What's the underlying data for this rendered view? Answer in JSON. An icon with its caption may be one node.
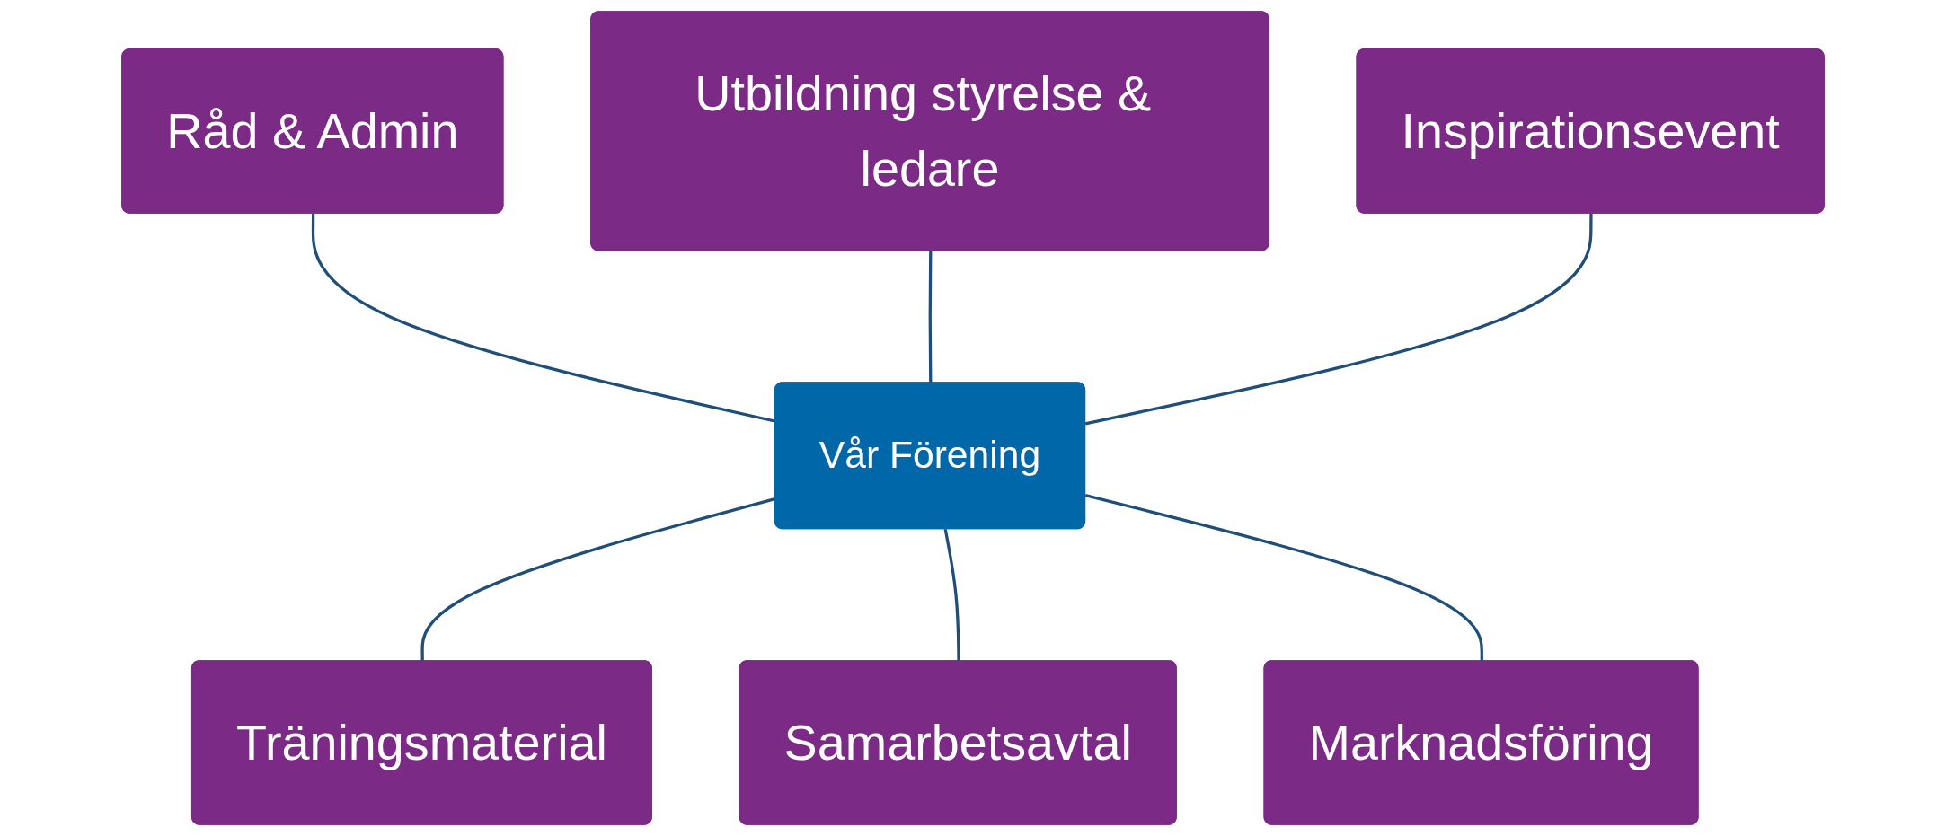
{
  "diagram": {
    "nodes": [
      {
        "text": [
          "Utbildning styrelse & ledare"
        ]
      },
      {
        "text": [
          "Råd & Admin"
        ]
      },
      {
        "text": [
          "Inspirationsevent"
        ]
      },
      {
        "text": [
          "Vår Förening"
        ]
      },
      {
        "text": [
          "Träningsmaterial"
        ]
      },
      {
        "text": [
          "Marknadsföring"
        ]
      },
      {
        "text": [
          "Samarbetsavtal"
        ]
      }
    ],
    "edges": [
      {
        "from": 1,
        "to": 3,
        "arrow": "none"
      },
      {
        "from": 0,
        "to": 3,
        "arrow": "none"
      },
      {
        "from": 2,
        "to": 3,
        "arrow": "none"
      },
      {
        "from": 3,
        "to": 4,
        "arrow": "none"
      },
      {
        "from": 3,
        "to": 6,
        "arrow": "none"
      },
      {
        "from": 3,
        "to": 5,
        "arrow": "none"
      }
    ]
  }
}
